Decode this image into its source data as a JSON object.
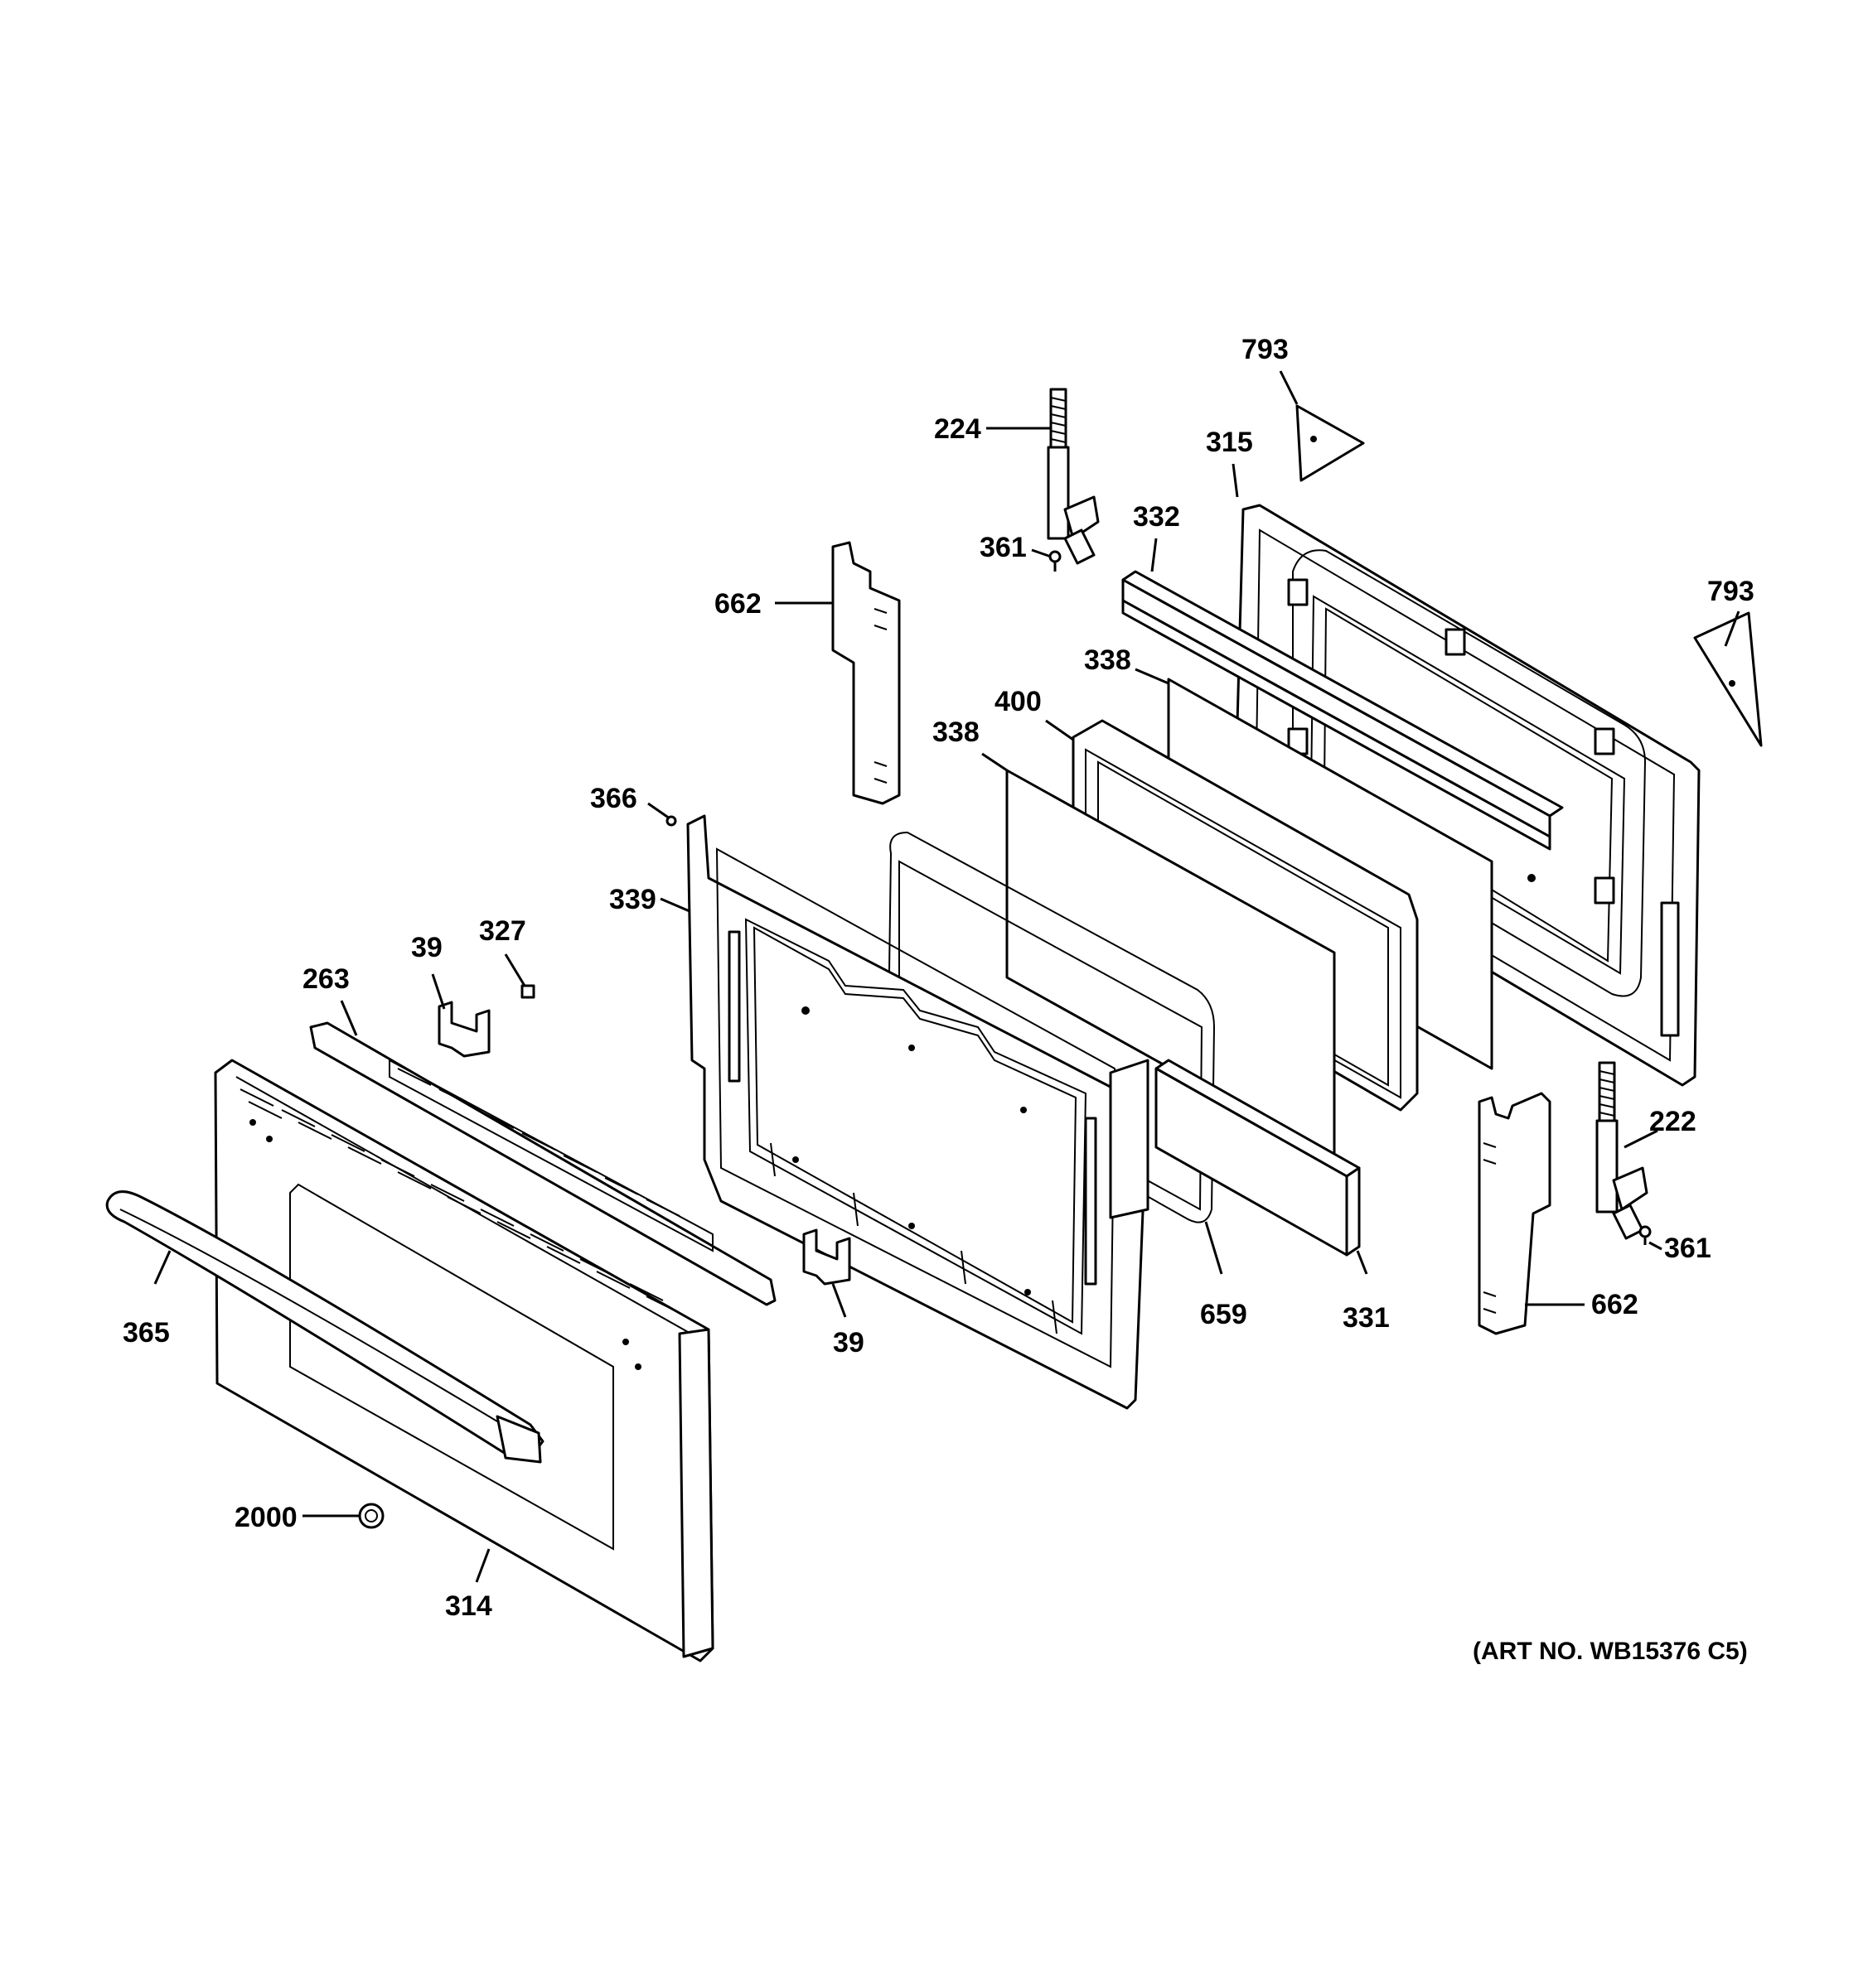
{
  "callouts": {
    "c793_top": "793",
    "c793_right": "793",
    "c224": "224",
    "c315": "315",
    "c332": "332",
    "c361_top": "361",
    "c662_top": "662",
    "c338_a": "338",
    "c400": "400",
    "c338_b": "338",
    "c366": "366",
    "c339": "339",
    "c39_top": "39",
    "c327": "327",
    "c263": "263",
    "c222": "222",
    "c361_bottom": "361",
    "c662_bottom": "662",
    "c659": "659",
    "c331": "331",
    "c39_bottom": "39",
    "c365": "365",
    "c2000": "2000",
    "c314": "314"
  },
  "art_number": "(ART NO. WB15376 C5)"
}
